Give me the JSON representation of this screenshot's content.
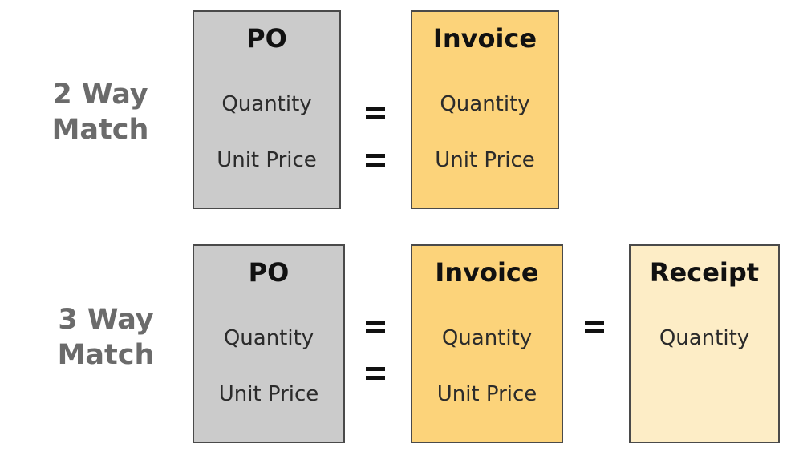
{
  "two_way": {
    "label_line1": "2 Way",
    "label_line2": "Match",
    "po": {
      "title": "PO",
      "field1": "Quantity",
      "field2": "Unit Price"
    },
    "invoice": {
      "title": "Invoice",
      "field1": "Quantity",
      "field2": "Unit Price"
    }
  },
  "three_way": {
    "label_line1": "3 Way",
    "label_line2": "Match",
    "po": {
      "title": "PO",
      "field1": "Quantity",
      "field2": "Unit Price"
    },
    "invoice": {
      "title": "Invoice",
      "field1": "Quantity",
      "field2": "Unit Price"
    },
    "receipt": {
      "title": "Receipt",
      "field1": "Quantity"
    }
  },
  "colors": {
    "po_fill": "#cbcbcb",
    "invoice_fill": "#fcd37a",
    "receipt_fill": "#fdedc6",
    "label_text": "#6b6b6b"
  }
}
